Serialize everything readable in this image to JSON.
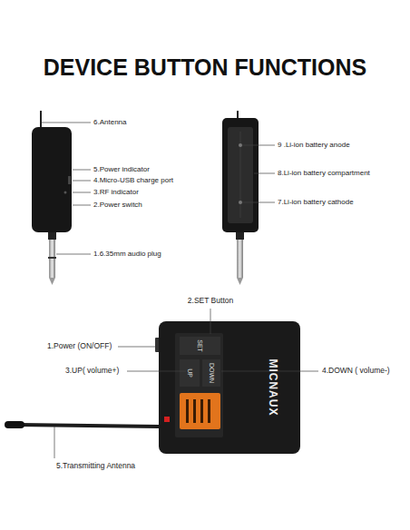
{
  "diagram": {
    "title": "DEVICE BUTTON FUNCTIONS",
    "labels": [
      "6.Antenna",
      "5.Power indicator",
      "4.Micro-USB charge port",
      "3.RF indicator",
      "2.Power switch",
      "1.6.35mm audio plug",
      "9 .Li-ion battery anode",
      "8.Li-ion battery compartment",
      "7.Li-ion battery cathode",
      "2.SET Button",
      "1.Power (ON/OFF)",
      "3.UP( volume+)",
      "4.DOWN ( volume-)",
      "5.Transmitting Antenna",
      "SET",
      "UP",
      "DOWN",
      "MICNAUX"
    ]
  }
}
